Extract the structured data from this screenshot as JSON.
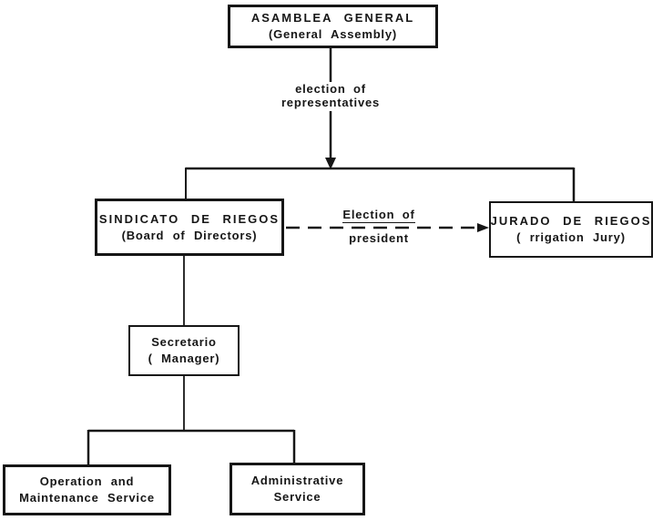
{
  "diagram": {
    "type": "org-chart",
    "colors": {
      "ink": "#161616",
      "paper": "#ffffff"
    },
    "nodes": {
      "asamblea_general": {
        "title": "ASAMBLEA GENERAL",
        "subtitle": "(General Assembly)"
      },
      "sindicato_de_riegos": {
        "title": "SINDICATO DE RIEGOS",
        "subtitle": "(Board of  Directors)"
      },
      "jurado_de_riegos": {
        "title": "JURADO DE RIEGOS",
        "subtitle": "( rrigation Jury)"
      },
      "secretario": {
        "title": "Secretario",
        "subtitle": "( Manager)"
      },
      "operation_maintenance": {
        "title": "Operation and",
        "subtitle": "Maintenance Service"
      },
      "administrative_service": {
        "title": "Administrative",
        "subtitle": "Service"
      }
    },
    "edges": {
      "election_of_representatives": {
        "line1": "election of",
        "line2": "representatives"
      },
      "election_of_president": {
        "line1": "Election of",
        "line2": "president"
      }
    }
  }
}
